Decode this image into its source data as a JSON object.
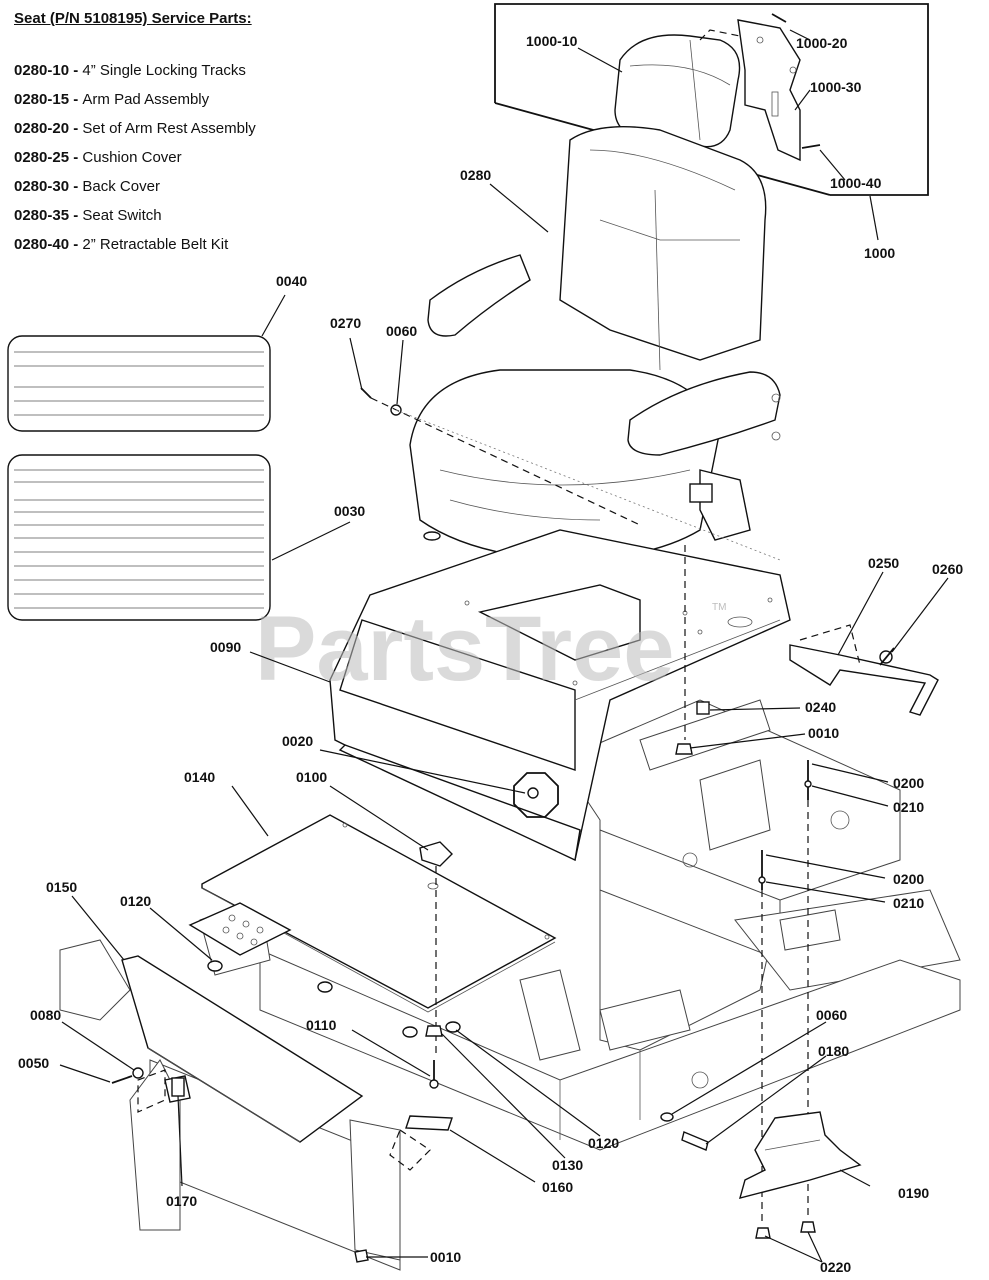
{
  "service_parts": {
    "title": "Seat (P/N 5108195) Service Parts:",
    "items": [
      {
        "pn": "0280-10",
        "sep": " - ",
        "desc": "4” Single Locking Tracks"
      },
      {
        "pn": "0280-15",
        "sep": " - ",
        "desc": "Arm Pad Assembly"
      },
      {
        "pn": "0280-20",
        "sep": " - ",
        "desc": "Set of Arm Rest Assembly"
      },
      {
        "pn": "0280-25",
        "sep": " - ",
        "desc": "Cushion Cover"
      },
      {
        "pn": "0280-30",
        "sep": " - ",
        "desc": "Back Cover"
      },
      {
        "pn": "0280-35",
        "sep": " - ",
        "desc": "Seat Switch"
      },
      {
        "pn": "0280-40",
        "sep": " - ",
        "desc": "2” Retractable Belt Kit"
      }
    ]
  },
  "watermark": {
    "text": "PartsTree",
    "tm": "TM"
  },
  "callouts": {
    "c1000_10": "1000-10",
    "c1000_20": "1000-20",
    "c1000_30": "1000-30",
    "c1000_40": "1000-40",
    "c1000": "1000",
    "c0280": "0280",
    "c0040": "0040",
    "c0270": "0270",
    "c0060_top": "0060",
    "c0030": "0030",
    "c0250": "0250",
    "c0260": "0260",
    "c0090": "0090",
    "c0240": "0240",
    "c0010_mid": "0010",
    "c0020": "0020",
    "c0140": "0140",
    "c0100": "0100",
    "c0200_a": "0200",
    "c0210_a": "0210",
    "c0200_b": "0200",
    "c0210_b": "0210",
    "c0150": "0150",
    "c0120_top": "0120",
    "c0080": "0080",
    "c0050": "0050",
    "c0110": "0110",
    "c0060_bot": "0060",
    "c0180": "0180",
    "c0120_bot": "0120",
    "c0130": "0130",
    "c0160": "0160",
    "c0170": "0170",
    "c0190": "0190",
    "c0010_bot": "0010",
    "c0220": "0220"
  }
}
